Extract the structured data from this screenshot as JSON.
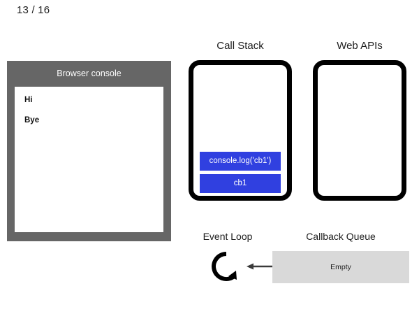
{
  "slide": {
    "counter": "13 / 16"
  },
  "browser_console": {
    "title": "Browser console",
    "header_color": "#666666",
    "lines": [
      "Hi",
      "Bye"
    ]
  },
  "call_stack": {
    "title": "Call Stack",
    "frame_color": "#3040E0",
    "frames": [
      {
        "label": "console.log('cb1')"
      },
      {
        "label": "cb1"
      }
    ]
  },
  "web_apis": {
    "title": "Web APIs",
    "items": []
  },
  "event_loop": {
    "title": "Event Loop",
    "icon": "circular-arrow-icon"
  },
  "callback_queue": {
    "title": "Callback Queue",
    "status": "Empty",
    "background_color": "#D9D9D9"
  },
  "arrow": {
    "name": "arrow-left-icon",
    "direction": "left"
  }
}
